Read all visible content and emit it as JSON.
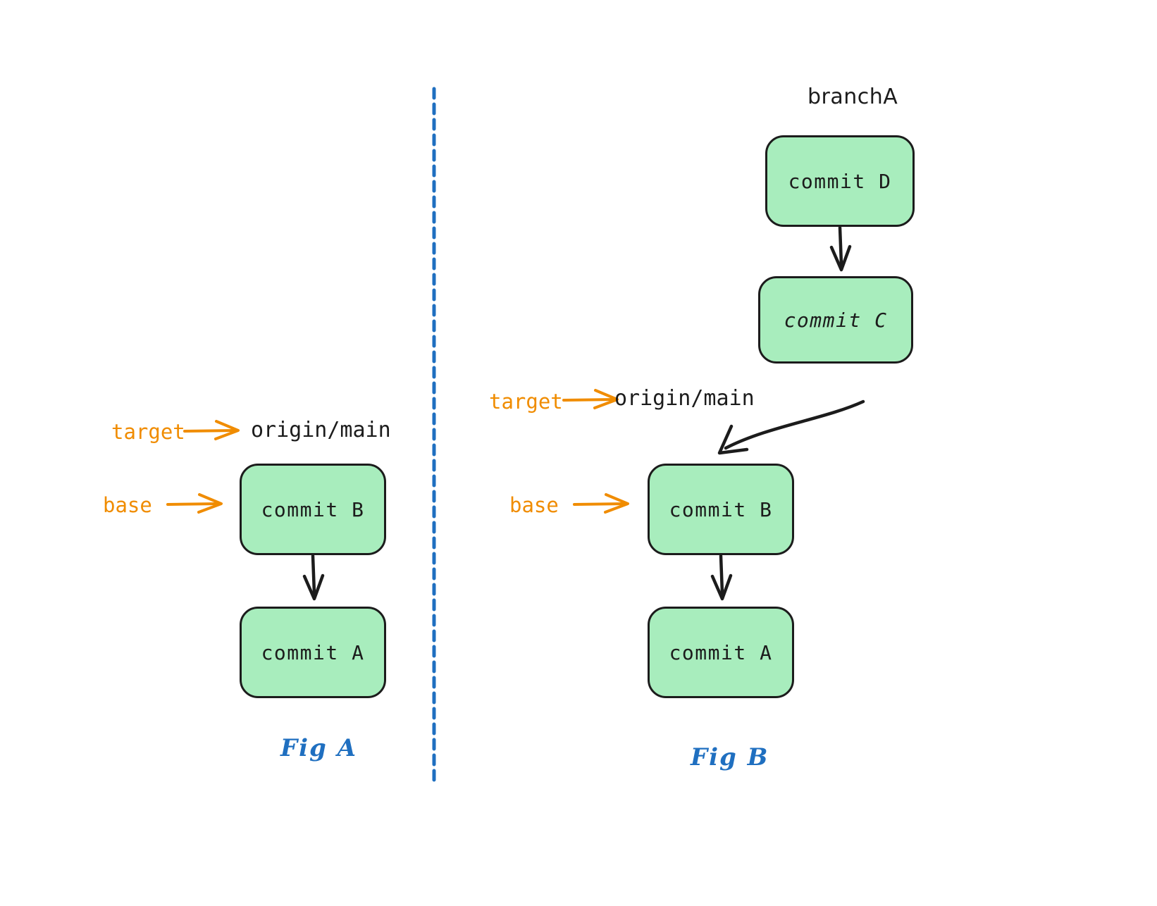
{
  "diagram": {
    "title_hidden": "Git rebase base and target illustration",
    "colors": {
      "commit_fill": "#a8edbd",
      "commit_stroke": "#1c1c1c",
      "annotation_orange": "#f08c00",
      "figure_blue": "#1f6fc0",
      "background": "#ffffff"
    },
    "divider": {
      "name": "vertical-dashed-divider",
      "color": "#1f6fc0",
      "style": "dashed"
    }
  },
  "fig_a": {
    "caption": "Fig A",
    "annotations": {
      "target": "target",
      "base": "base"
    },
    "ref_label": "origin/main",
    "commits": [
      {
        "id": "b",
        "label": "commit B"
      },
      {
        "id": "a",
        "label": "commit A"
      }
    ],
    "edges": [
      {
        "from": "commit B",
        "to": "commit A",
        "style": "straight-arrow"
      }
    ]
  },
  "fig_b": {
    "caption": "Fig B",
    "annotations": {
      "target": "target",
      "base": "base"
    },
    "ref_label": "origin/main",
    "branch_label": "branchA",
    "commits": [
      {
        "id": "d",
        "label": "commit D"
      },
      {
        "id": "c",
        "label": "commit C"
      },
      {
        "id": "b",
        "label": "commit B"
      },
      {
        "id": "a",
        "label": "commit A"
      }
    ],
    "edges": [
      {
        "from": "commit D",
        "to": "commit C",
        "style": "straight-arrow"
      },
      {
        "from": "commit C",
        "to": "commit B",
        "style": "curved-arrow"
      },
      {
        "from": "commit B",
        "to": "commit A",
        "style": "straight-arrow"
      }
    ]
  }
}
